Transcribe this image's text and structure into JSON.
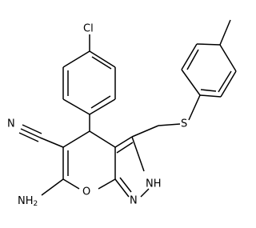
{
  "structure": {
    "atoms": {
      "cl": {
        "text": "Cl"
      },
      "s": {
        "text": "S"
      },
      "n_nitrile": {
        "text": "N"
      },
      "nh2": {
        "text": "NH"
      },
      "nh2_sub": {
        "text": "2"
      },
      "o": {
        "text": "O"
      },
      "n_ring": {
        "text": "N"
      },
      "nh": {
        "text": "NH"
      }
    },
    "colors": {
      "bond": "#000000",
      "text": "#000000",
      "background": "#ffffff"
    }
  }
}
